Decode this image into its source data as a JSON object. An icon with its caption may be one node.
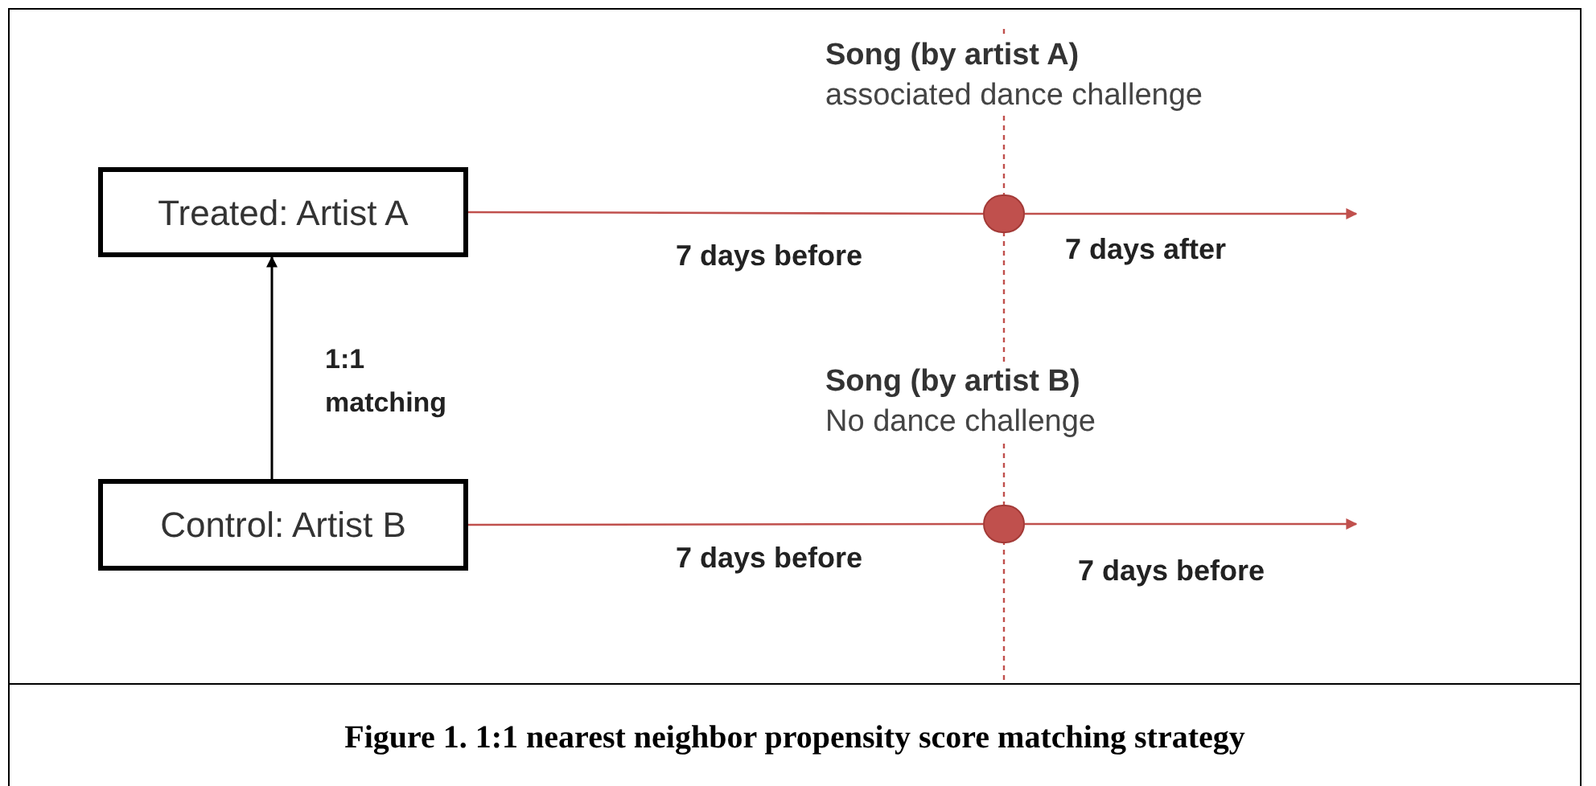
{
  "diagram": {
    "caption": "Figure 1. 1:1 nearest neighbor propensity score matching strategy",
    "nodes": [
      {
        "text": [
          "Treated: Artist A"
        ]
      },
      {
        "text": [],
        "shape": "circle",
        "beside": [
          "Song (by artist A)",
          "associated dance challenge"
        ]
      },
      {
        "text": [
          "Control: Artist B"
        ]
      },
      {
        "text": [],
        "shape": "circle",
        "beside": [
          "Song (by artist B)",
          "No dance challenge"
        ]
      }
    ],
    "edges": [
      {
        "from": 0,
        "to": 1,
        "arrow": "none"
      },
      {
        "from": 1,
        "to": null,
        "arrow": "to"
      },
      {
        "from": 2,
        "to": 3,
        "arrow": "none"
      },
      {
        "from": 3,
        "to": null,
        "arrow": "to"
      },
      {
        "from": 2,
        "to": 0,
        "arrow": "to",
        "label": "1:1 matching",
        "color": "#000000"
      }
    ],
    "labels": [
      "7 days before",
      "7 days after",
      "7 days before",
      "7 days before"
    ]
  }
}
